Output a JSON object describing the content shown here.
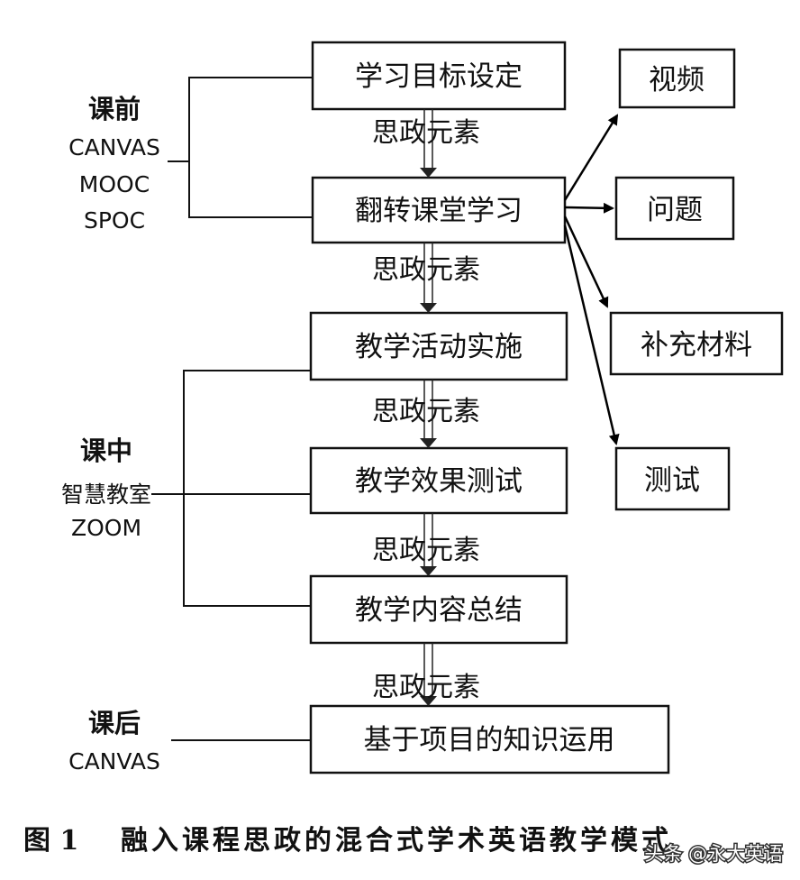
{
  "steps": [
    "学习目标设定",
    "翻转课堂学习",
    "教学活动实施",
    "教学效果测试",
    "教学内容总结",
    "基于项目的知识运用"
  ],
  "element_label": "思政元素",
  "side_items": [
    "视频",
    "问题",
    "补充材料",
    "测试"
  ],
  "phases": [
    {
      "title": "课前",
      "subs": [
        "CANVAS",
        "MOOC",
        "SPOC"
      ]
    },
    {
      "title": "课中",
      "subs": [
        "智慧教室",
        "ZOOM"
      ]
    },
    {
      "title": "课后",
      "subs": [
        "CANVAS"
      ]
    }
  ],
  "caption": {
    "label": "图 1",
    "text": "融入课程思政的混合式学术英语教学模式"
  },
  "watermark": "头条 @永大英语"
}
